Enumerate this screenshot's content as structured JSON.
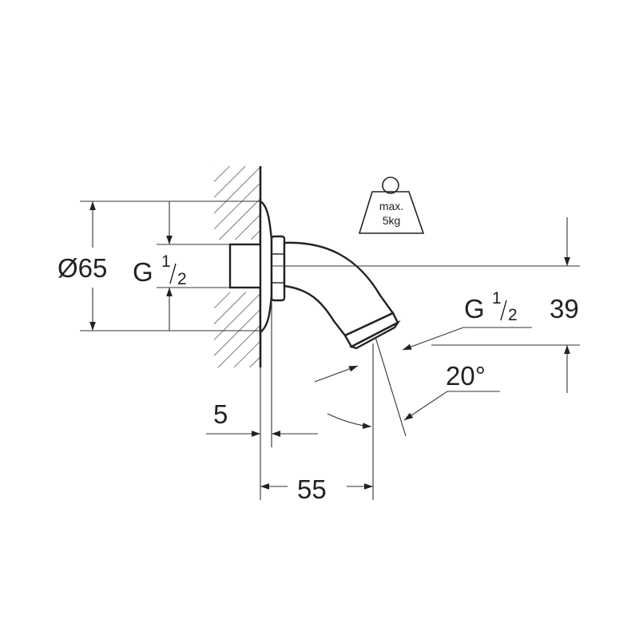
{
  "diagram": {
    "dimensions": {
      "diameter": "Ø65",
      "thread_left": {
        "letter": "G",
        "num": "1",
        "den": "2"
      },
      "thread_right": {
        "letter": "G",
        "num": "1",
        "den": "2"
      },
      "height": "39",
      "angle": "20°",
      "wall_offset": "5",
      "projection": "55"
    },
    "weight_badge": {
      "line1": "max.",
      "line2": "5kg"
    }
  }
}
